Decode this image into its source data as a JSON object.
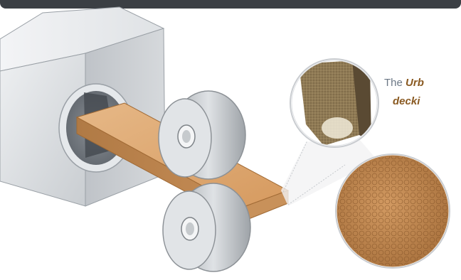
{
  "caption": {
    "prefix": "The",
    "emphasis_1": "Urb",
    "emphasis_2": "decki"
  },
  "colors": {
    "top_bar": "#3b3f44",
    "machine": "#d9dcdf",
    "board": "#d8a06a",
    "roller": "#b9bdc1",
    "texture": "#c08a52",
    "caption_text": "#6b7785",
    "caption_emphasis": "#8a5a22"
  },
  "icons": [
    "extruder-machine",
    "wood-board",
    "roller",
    "magnifier-circle"
  ]
}
